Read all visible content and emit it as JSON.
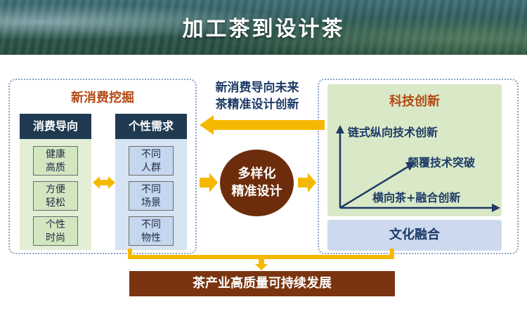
{
  "header": {
    "title": "加工茶到设计茶"
  },
  "left_panel": {
    "title": "新消费挖掘",
    "columns": [
      {
        "header": "消费导向",
        "items": [
          "健康\n高质",
          "方便\n轻松",
          "个性\n时尚"
        ]
      },
      {
        "header": "个性需求",
        "items": [
          "不同\n人群",
          "不同\n场景",
          "不同\n物性"
        ]
      }
    ]
  },
  "center": {
    "circle_label": "多样化\n精准设计",
    "arrow_label": "新消费导向未来\n茶精准设计创新"
  },
  "right_panel": {
    "tech_title": "科技创新",
    "tech_items": [
      "链式纵向技术创新",
      "颠覆技术突破",
      "横向茶+融合创新"
    ],
    "culture_label": "文化融合"
  },
  "footer": {
    "label": "茶产业高质量可持续发展"
  },
  "colors": {
    "banner": "#2e5a55",
    "accent_orange": "#f5b800",
    "navy_header": "#203a52",
    "brown": "#7a3410",
    "circle": "#6d2d0c",
    "title_orange": "#b24a14",
    "green_bg": "#e2efd6",
    "blue_bg": "#d6e3f2"
  }
}
